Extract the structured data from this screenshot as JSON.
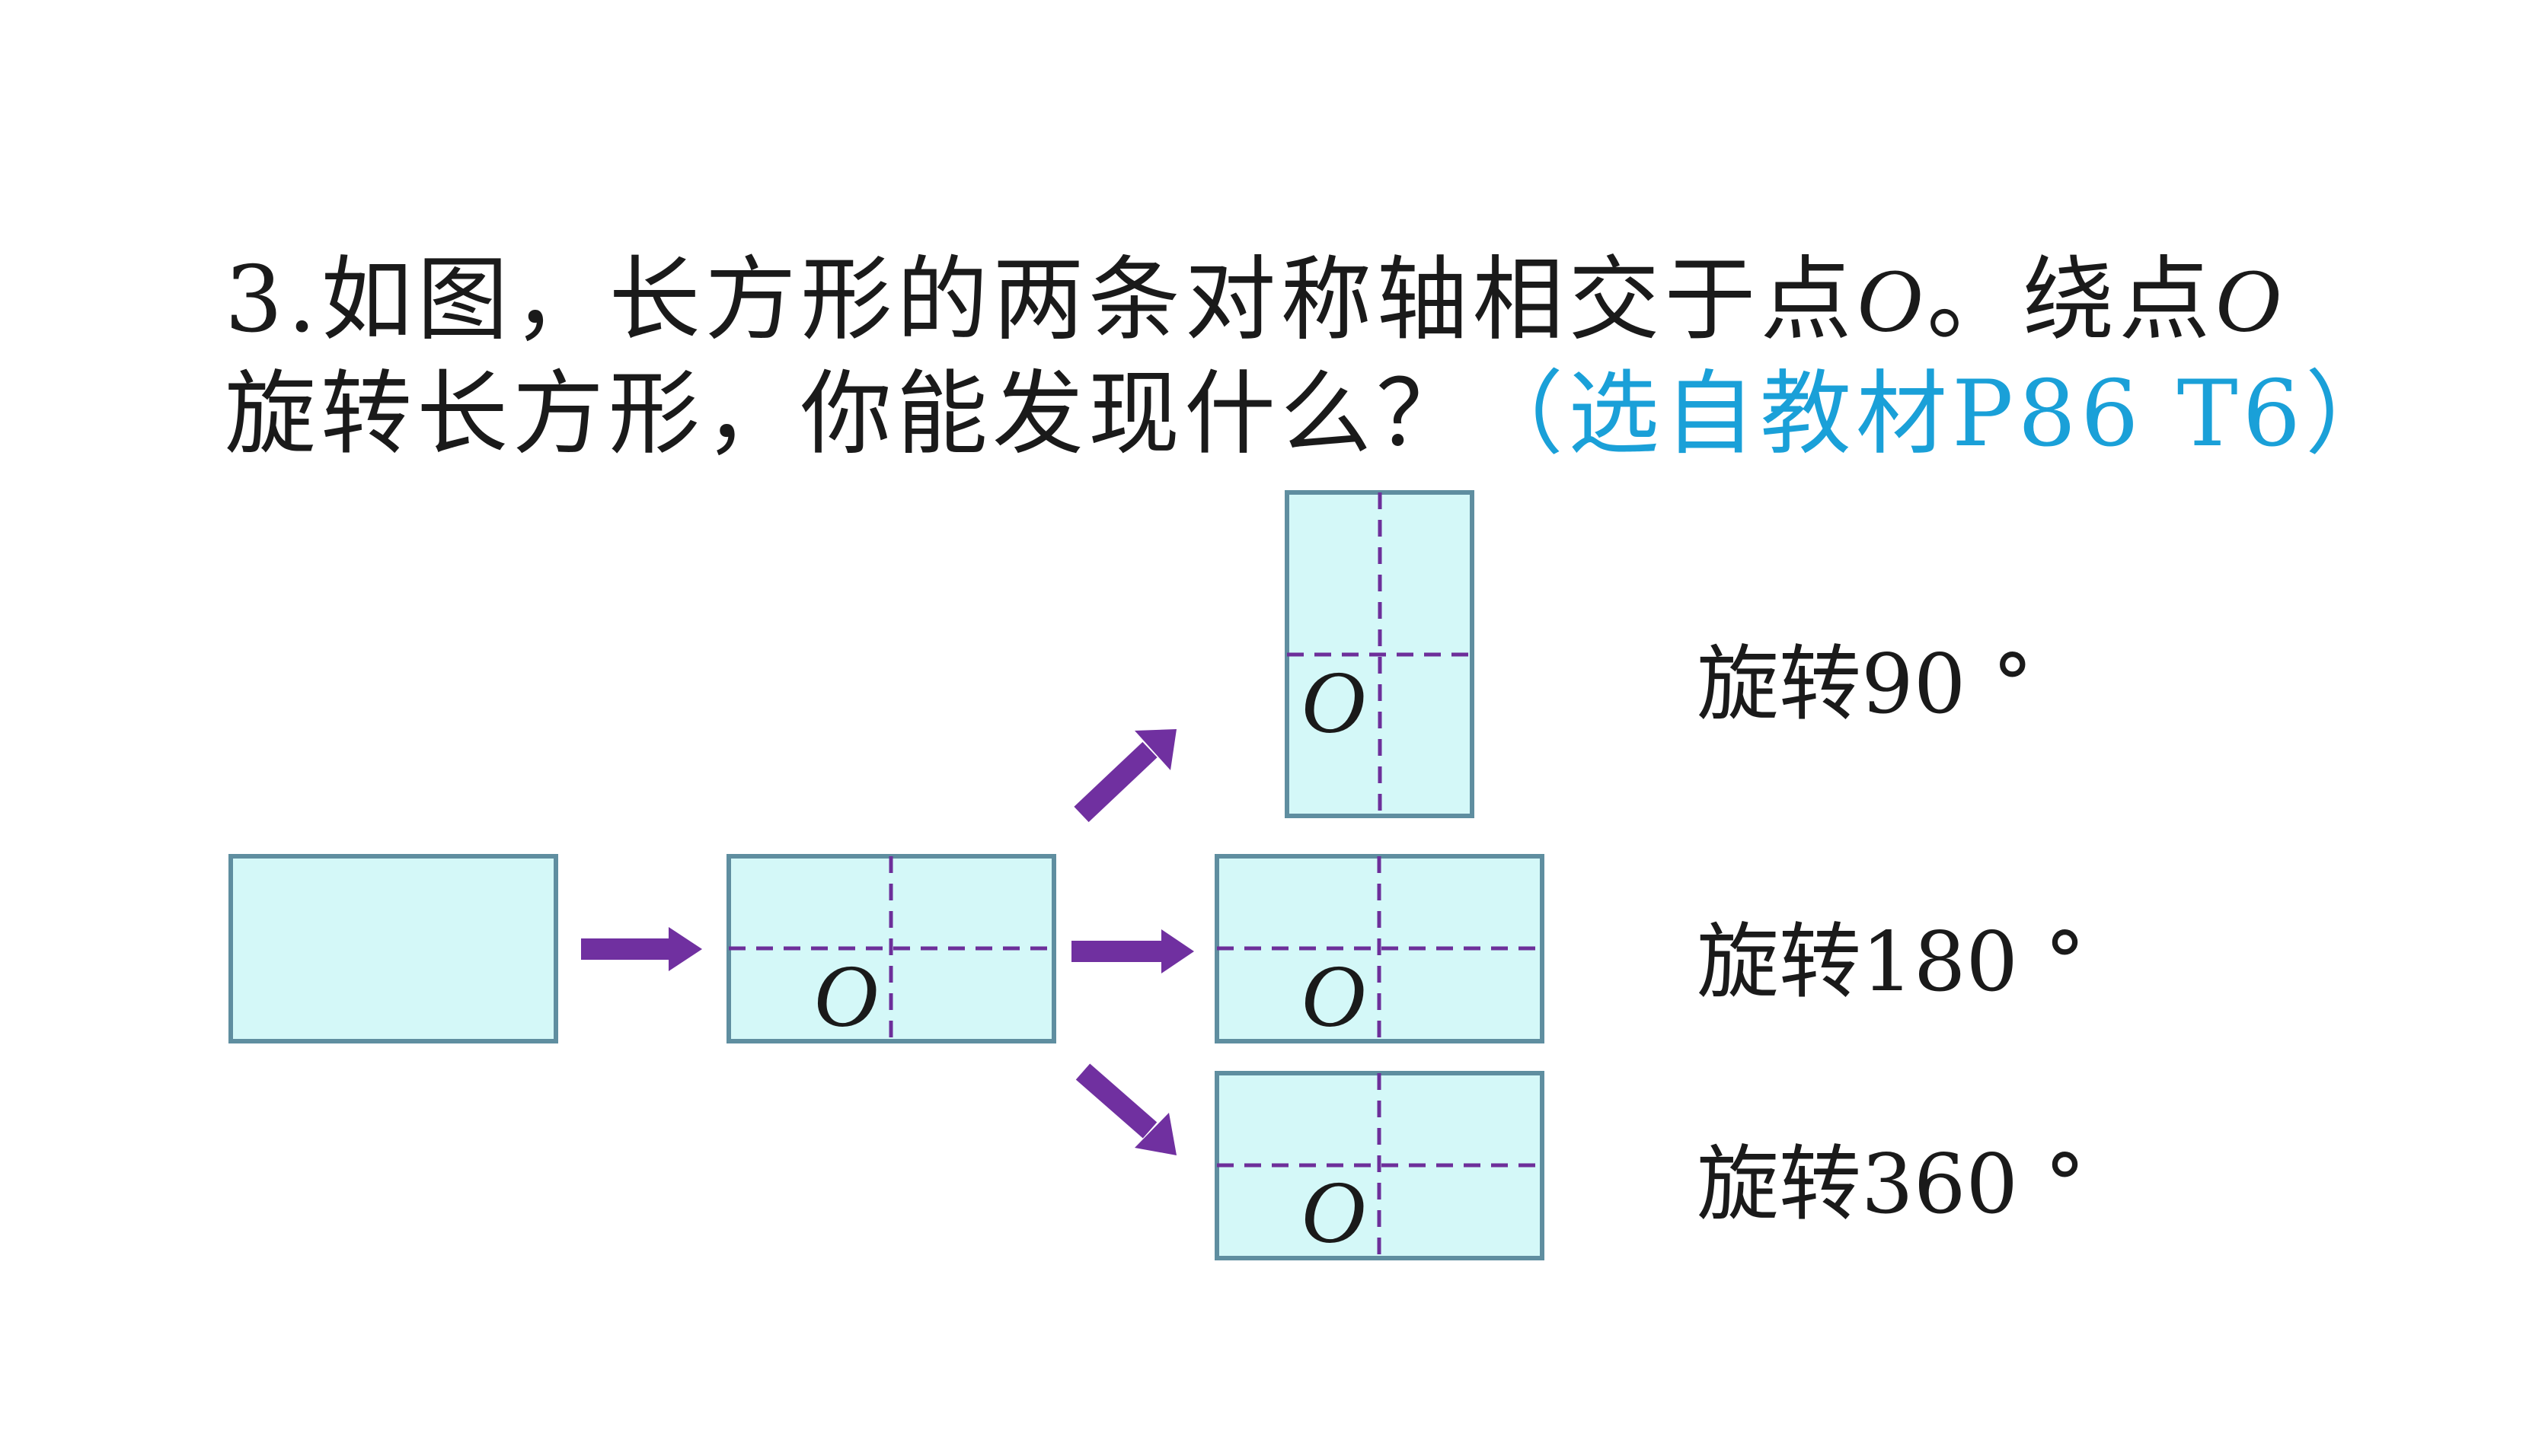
{
  "question": {
    "line1_prefix": "3.如图，长方形的两条对称轴相交于点",
    "point_name": "O",
    "line1_mid": "。绕点",
    "line2_text": "旋转长方形，你能发现什么？",
    "source": "（选自教材P86  T6）"
  },
  "labels": {
    "center": "O",
    "rot90": "旋转90 °",
    "rot180": "旋转180 °",
    "rot360": "旋转360 °"
  },
  "colors": {
    "rect_fill": "#d4f8f8",
    "rect_stroke": "#5f8ea0",
    "axis": "#6d2f9a",
    "arrow": "#7030a0",
    "source_text": "#1aa0d8"
  },
  "icons": [
    "arrow-right-icon",
    "arrow-up-right-icon",
    "arrow-down-right-icon"
  ]
}
